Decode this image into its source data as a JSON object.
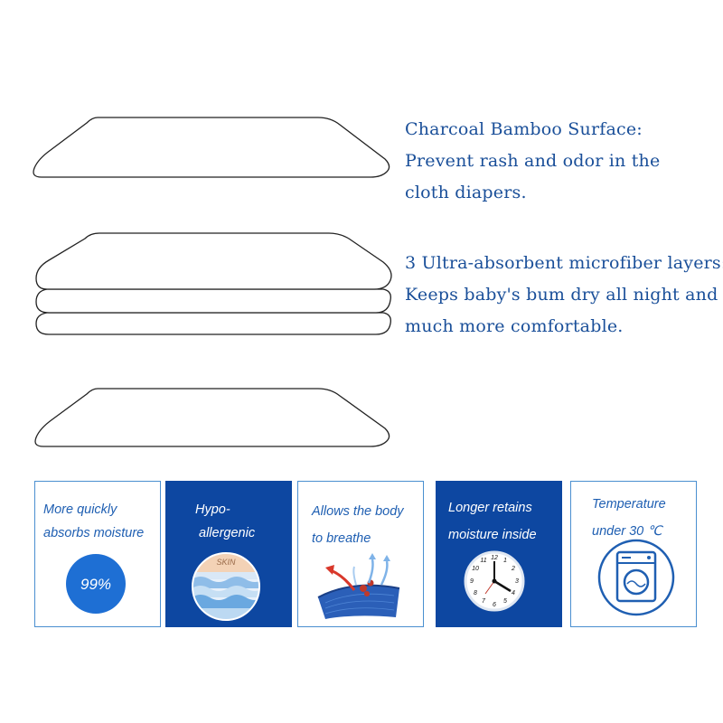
{
  "layers": {
    "bamboo_surface": {
      "title": "Charcoal Bamboo Surface:",
      "line2": "Prevent rash and odor in the",
      "line3": "cloth diapers."
    },
    "microfiber": {
      "title": "3 Ultra-absorbent microfiber layers:",
      "line2": "Keeps baby's bum dry all night and",
      "line3": "much more comfortable."
    }
  },
  "features": [
    {
      "line1": "More quickly",
      "line2": "absorbs moisture",
      "badge": "99%",
      "icon": "water-drop-badge"
    },
    {
      "line1": "Hypo-",
      "line2": "allergenic",
      "skin_label": "SKIN",
      "icon": "skin-layers-icon"
    },
    {
      "line1": "Allows the body",
      "line2": "to breathe",
      "icon": "breathable-fabric-icon"
    },
    {
      "line1": "Longer retains",
      "line2": "moisture inside",
      "icon": "clock-icon"
    },
    {
      "line1": "Temperature",
      "line2": "under 30 ℃",
      "icon": "washing-machine-icon"
    }
  ],
  "colors": {
    "text_blue": "#1a4f99",
    "card_blue": "#0d47a1",
    "outline_blue": "#4a8fd0",
    "badge_blue": "#1e6fd4"
  }
}
